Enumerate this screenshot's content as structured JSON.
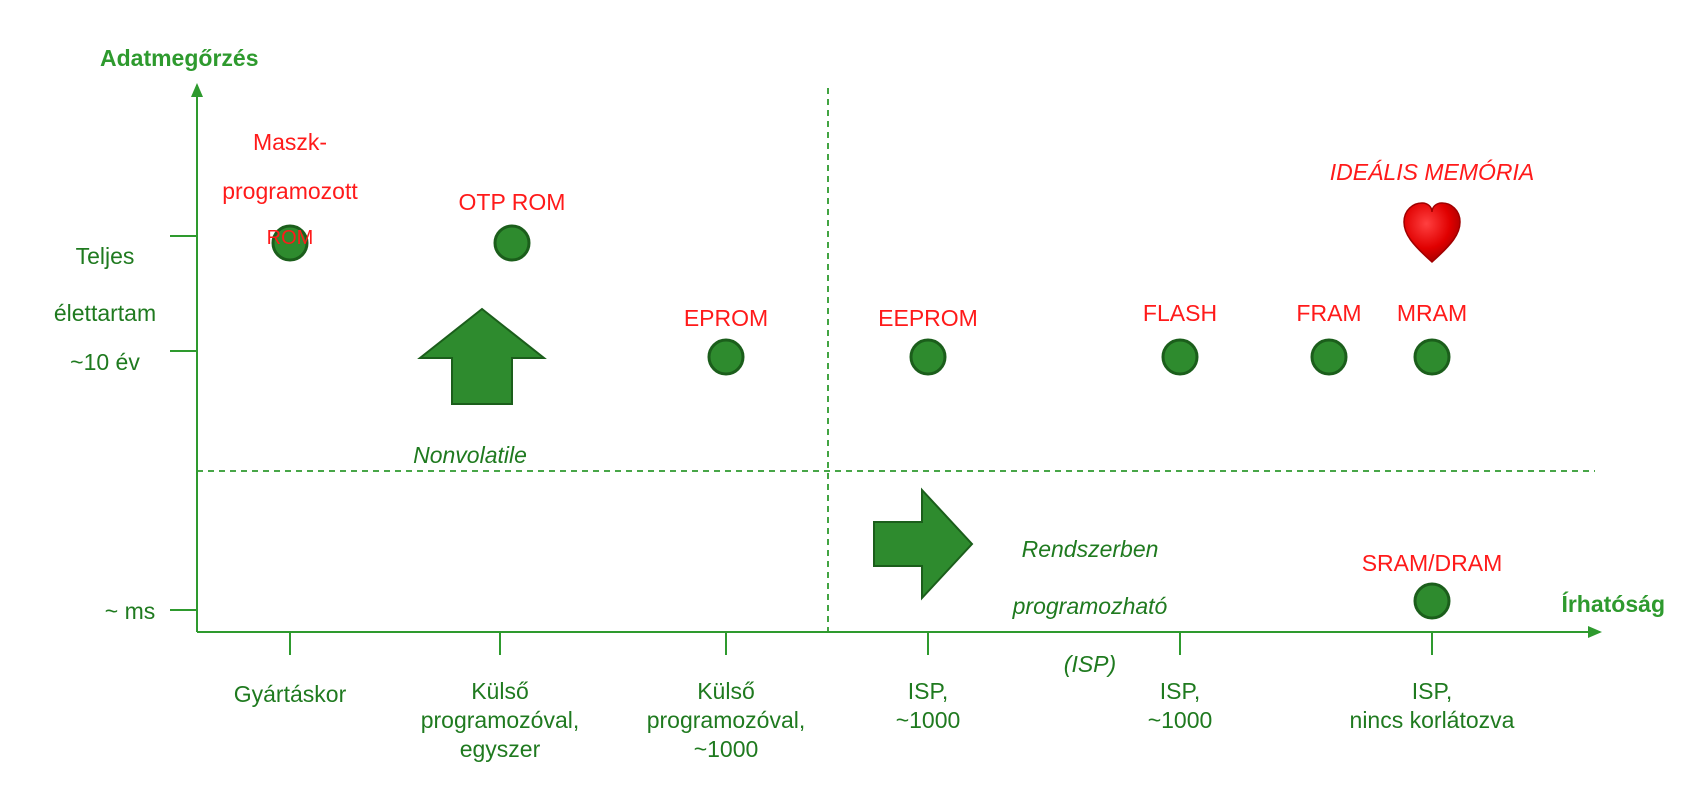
{
  "axes": {
    "y_title": "Adatmegőrzés",
    "x_title": "Írhatóság"
  },
  "y_labels": {
    "full_line1": "Teljes",
    "full_line2": "élettartam",
    "ten_years": "~10 év",
    "ms": "~ ms"
  },
  "x_labels": {
    "factory": "Gyártáskor",
    "ext_once": "Külső\nprogramozóval,\negyszer",
    "ext_1000": "Külső\nprogramozóval,\n~1000",
    "isp_1000_a": "ISP,\n~1000",
    "isp_1000_b": "ISP,\n~1000",
    "isp_unlimited": "ISP,\nnincs korlátozva"
  },
  "memories": {
    "mask_rom_line1": "Maszk-",
    "mask_rom_line2": "programozott",
    "mask_rom_line3": "ROM",
    "otp_rom": "OTP ROM",
    "eprom": "EPROM",
    "eeprom": "EEPROM",
    "flash": "FLASH",
    "fram": "FRAM",
    "mram": "MRAM",
    "sram_dram": "SRAM/DRAM",
    "ideal": "IDEÁLIS MEMÓRIA"
  },
  "regions": {
    "nonvolatile": "Nonvolatile",
    "isp_line1": "Rendszerben",
    "isp_line2": "programozható",
    "isp_line3": "(ISP)"
  },
  "colors": {
    "axis": "#2e9a2e",
    "dot_fill": "#2e8b2e",
    "dot_stroke": "#1b5e1b",
    "label_green": "#1f7a1f",
    "label_red": "#ff1a1a",
    "heart": "#e00000"
  }
}
